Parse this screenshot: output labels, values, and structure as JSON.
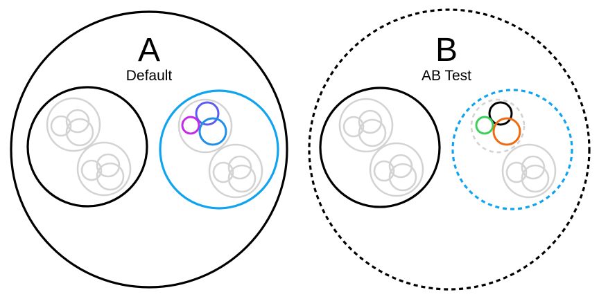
{
  "groups": [
    {
      "letter": "A",
      "label": "Default"
    },
    {
      "letter": "B",
      "label": "AB Test"
    }
  ],
  "colors": {
    "outline": "#000000",
    "muted": "#d3d3d3",
    "highlight_blue": "#10a4f0",
    "indigo": "#5b5cf0",
    "magenta": "#c42be8",
    "blue": "#1f8fe8",
    "green": "#3ccf5c",
    "orange": "#f06a12",
    "black": "#000000"
  }
}
